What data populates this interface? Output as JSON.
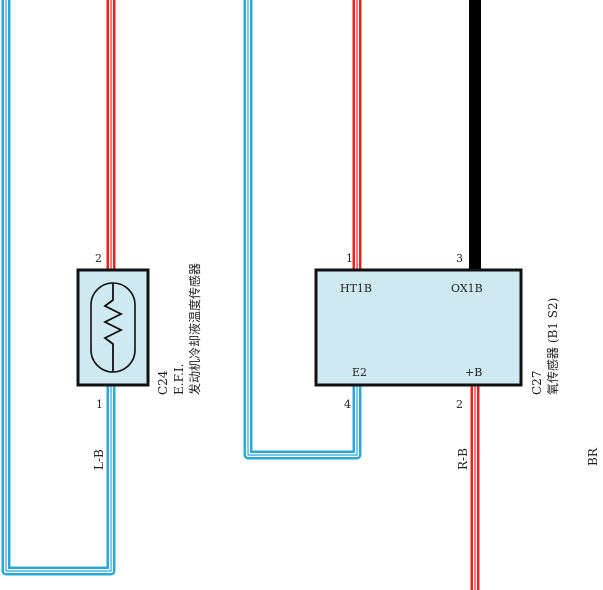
{
  "colors": {
    "wire_red": "#e8231f",
    "wire_blue": "#2ba8d6",
    "wire_black": "#000000",
    "connector_fill": "#cfe9f2",
    "connector_stroke": "#111111"
  },
  "icons": {
    "temp_sensor": "thermistor-icon"
  },
  "coolant_sensor": {
    "pin_top": "2",
    "pin_bottom": "1",
    "wire_code": "L-B",
    "code": "C24",
    "line1": "E.F.I.",
    "line2": "发动机冷却液温度传感器"
  },
  "oxygen_sensor": {
    "pin_ht1b": "1",
    "pin_ox1b": "3",
    "pin_e2": "4",
    "pin_b": "2",
    "label_ht1b": "HT1B",
    "label_ox1b": "OX1B",
    "label_e2": "E2",
    "label_b": "+B",
    "wire_code": "R-B",
    "code": "C27",
    "name": "氧传感器 (B1 S2)"
  },
  "edge_label": "BR"
}
